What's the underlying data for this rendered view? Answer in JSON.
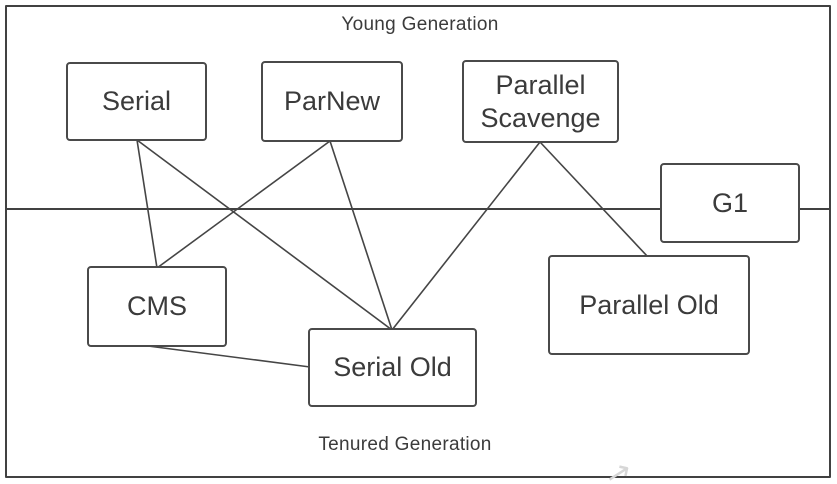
{
  "diagram": {
    "title_region_labels": {
      "top": "Young Generation",
      "bottom": "Tenured Generation"
    },
    "nodes": {
      "serial": {
        "label": "Serial",
        "region": "young"
      },
      "parnew": {
        "label": "ParNew",
        "region": "young"
      },
      "parallel_scavenge": {
        "label": "Parallel Scavenge",
        "region": "young"
      },
      "g1": {
        "label": "G1",
        "region": "both"
      },
      "cms": {
        "label": "CMS",
        "region": "tenured"
      },
      "serial_old": {
        "label": "Serial Old",
        "region": "tenured"
      },
      "parallel_old": {
        "label": "Parallel Old",
        "region": "tenured"
      }
    },
    "edges": [
      {
        "from": "serial",
        "to": "cms"
      },
      {
        "from": "serial",
        "to": "serial_old"
      },
      {
        "from": "parnew",
        "to": "cms"
      },
      {
        "from": "parnew",
        "to": "serial_old"
      },
      {
        "from": "parallel_scavenge",
        "to": "serial_old"
      },
      {
        "from": "parallel_scavenge",
        "to": "parallel_old"
      },
      {
        "from": "cms",
        "to": "serial_old"
      }
    ],
    "colors": {
      "background": "#ffffff",
      "border": "#414141",
      "box_border": "#4a4a4a",
      "line": "#454545",
      "text": "#3b3b3b",
      "watermark": "#d7d7d7"
    },
    "watermark_icon": "up-right-arrow-mark",
    "watermark_glyph": "↗"
  }
}
